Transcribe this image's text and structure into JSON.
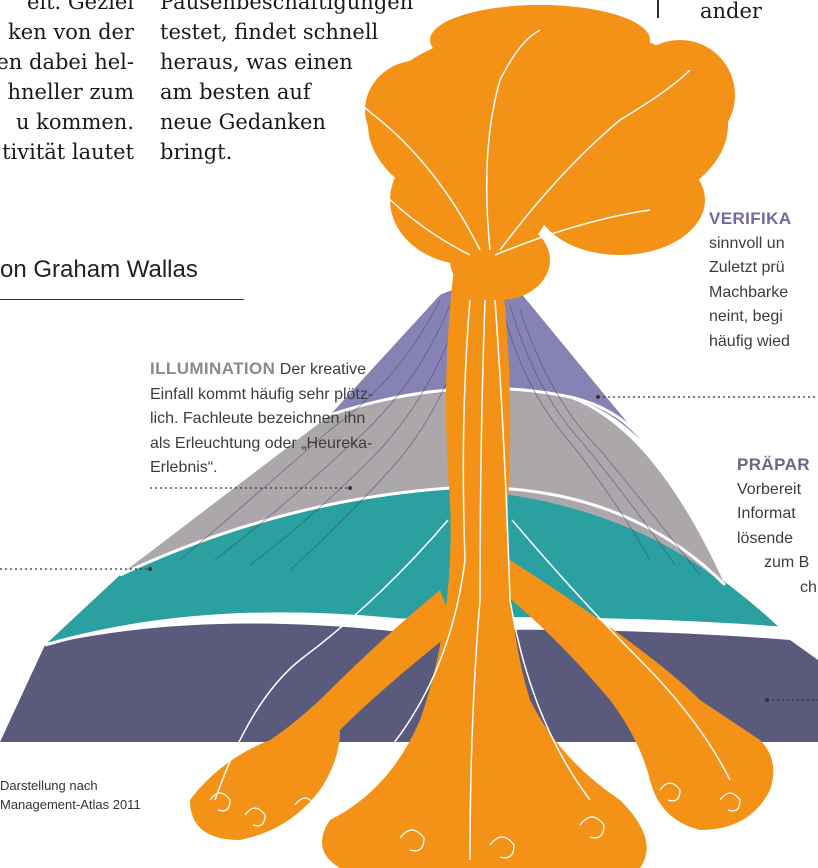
{
  "body_text": {
    "left_column": [
      "eit. Geziel",
      "ken von der",
      "en dabei hel-",
      "hneller zum",
      "u kommen.",
      "tivität lautet"
    ],
    "middle_column": [
      "Pausenbeschäftigungen",
      "testet, findet schnell",
      "heraus, was einen",
      "am besten auf",
      "neue Gedanken",
      "bringt."
    ],
    "right_column": [
      "ander"
    ]
  },
  "section_title": "on Graham Wallas",
  "annotations": {
    "illumination": {
      "heading": "ILLUMINATION",
      "lines": [
        " Der kreative",
        "Einfall kommt häufig sehr plötz-",
        "lich. Fachleute bezeichnen ihn",
        "als Erleuchtung oder „Heureka-",
        "Erlebnis“."
      ]
    },
    "verification": {
      "heading": "VERIFIKA",
      "lines": [
        "sinnvoll un",
        "Zuletzt prü",
        "Machbarke",
        "neint, begi",
        "häufig wied"
      ]
    },
    "preparation": {
      "heading": "PRÄPAR",
      "lines": [
        "Vorbereit",
        "Informat",
        "lösende",
        "zum B",
        "ch"
      ]
    }
  },
  "source_note": [
    "Darstellung nach",
    "Management-Atlas 2011"
  ],
  "colors": {
    "lava": "#f39216",
    "layer_top": "#8683b4",
    "layer_grey": "#aba7ab",
    "layer_teal": "#2aa0a1",
    "layer_base": "#5a5a7c",
    "illumination_heading": "#8a8a8a",
    "verification_heading": "#6f6ba0"
  }
}
